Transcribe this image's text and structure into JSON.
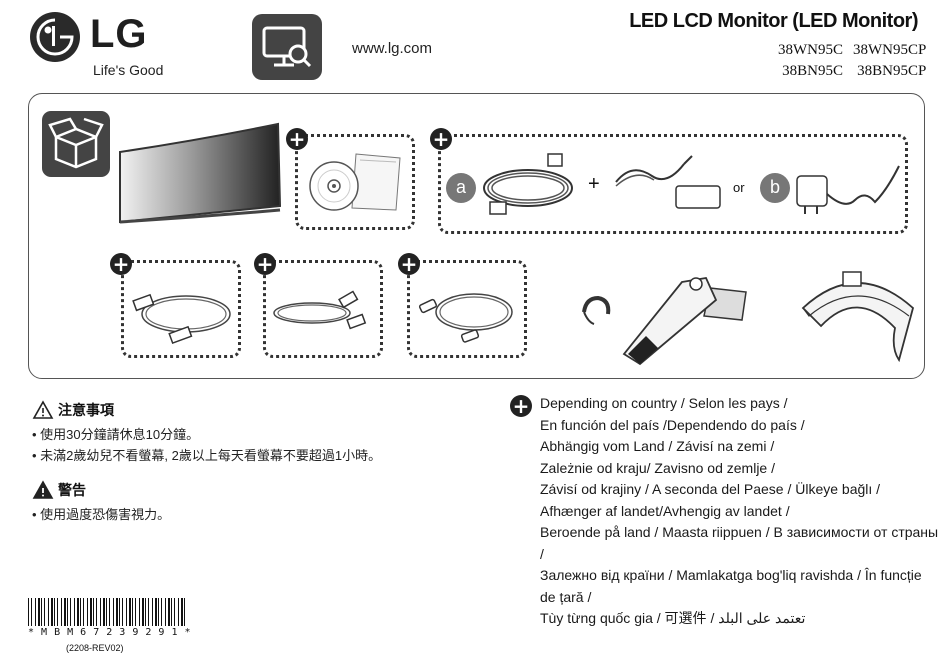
{
  "header": {
    "brand": "LG",
    "tagline": "Life's Good",
    "url": "www.lg.com",
    "title": "LED LCD Monitor (LED Monitor)",
    "models": [
      "38WN95C",
      "38WN95CP",
      "38BN95C",
      "38BN95CP"
    ]
  },
  "components": {
    "or_label": "or",
    "badge_a": "a",
    "badge_b": "b",
    "plus_symbol": "+",
    "plus_between": "+"
  },
  "notes": {
    "caution_title": "注意事項",
    "caution_items": [
      "• 使用30分鐘請休息10分鐘。",
      "• 未滿2歲幼兒不看螢幕, 2歲以上每天看螢幕不要超過1小時。"
    ],
    "warning_title": "警告",
    "warning_items": [
      "• 使用過度恐傷害視力。"
    ]
  },
  "country_note": {
    "lines": [
      "Depending on country /  Selon les pays /",
      "En función del país /Dependendo do país /",
      "Abhängig vom Land / Závisí na zemi /",
      "Zależnie od kraju/ Zavisno od zemlje /",
      "Závisí od krajiny /  A seconda del Paese  / Ülkeye bağlı /",
      "Afhænger af landet/Avhengig av landet /",
      "Beroende på land / Maasta riippuen / В зависимости от страны  /",
      "Залежно від країни / Mamlakatga bog'liq ravishda / În funcție de țară  /",
      "  Tùy từng quốc gia  /     可選件     /   تعتمد على البلد"
    ]
  },
  "barcode": {
    "text": "* M B M 6 7 2 3 9 2 9 1 *",
    "revision": "(2208-REV02)"
  }
}
